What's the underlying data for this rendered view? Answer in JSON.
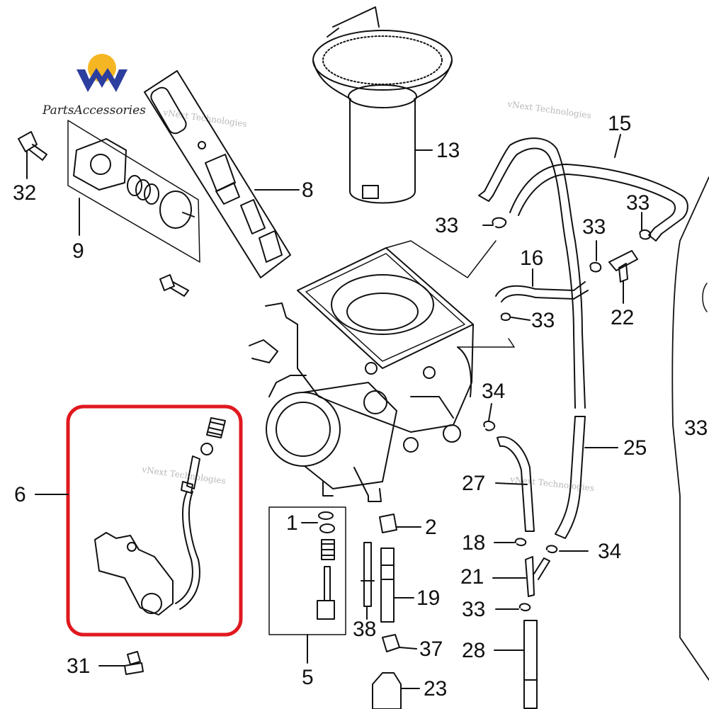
{
  "brand": {
    "name": "PartsAccessories",
    "logo_colors": {
      "sun": "#f5b623",
      "wave": "#2c3e9e"
    }
  },
  "watermarks": [
    "vNext Technologies",
    "vNext Technologies",
    "vNext Technologies",
    "vNext Technologies"
  ],
  "highlight": {
    "color": "#e0191f",
    "part": "6"
  },
  "callouts": [
    "1",
    "2",
    "5",
    "6",
    "8",
    "9",
    "13",
    "15",
    "16",
    "18",
    "19",
    "21",
    "22",
    "23",
    "25",
    "27",
    "28",
    "31",
    "32",
    "33",
    "33",
    "33",
    "33",
    "33",
    "33",
    "34",
    "34",
    "37",
    "38"
  ]
}
